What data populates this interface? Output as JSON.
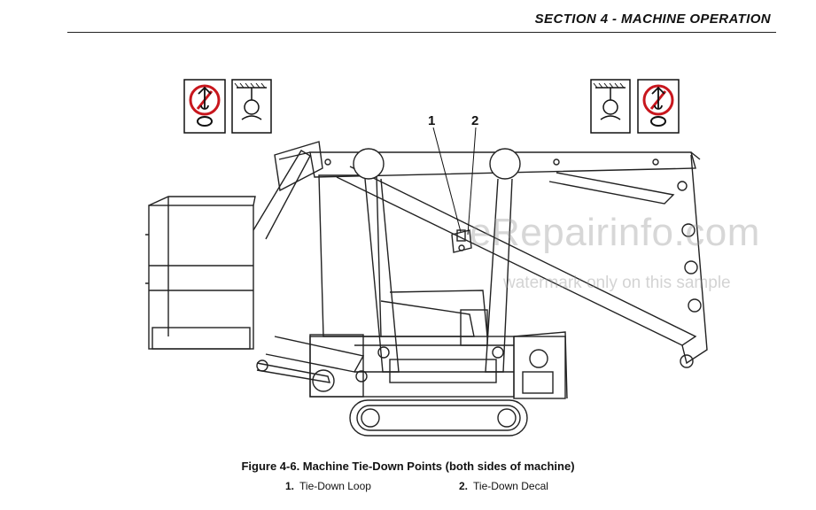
{
  "header": {
    "section_title": "SECTION 4 - MACHINE OPERATION"
  },
  "figure": {
    "caption": "Figure 4-6. Machine Tie-Down Points (both sides of machine)",
    "callouts": [
      {
        "number": "1"
      },
      {
        "number": "2"
      }
    ],
    "legend": [
      {
        "number": "1.",
        "label": "Tie-Down Loop"
      },
      {
        "number": "2.",
        "label": "Tie-Down Decal"
      }
    ]
  },
  "watermark": {
    "brand": "eRepairinfo.com",
    "note": "watermark only on this sample"
  }
}
